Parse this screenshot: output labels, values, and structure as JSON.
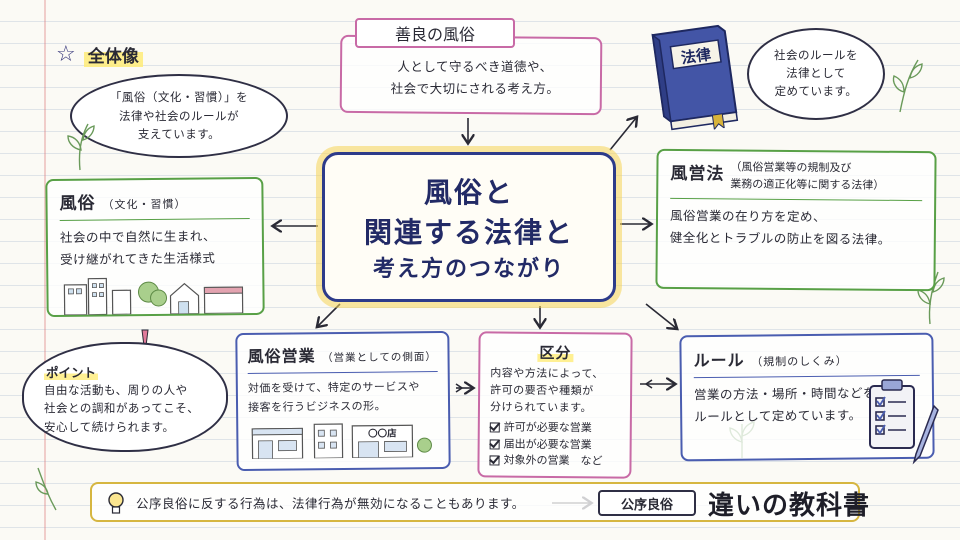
{
  "overview": {
    "title": "全体像",
    "bubble_lines": [
      "「風俗（文化・習慣）」を",
      "法律や社会のルールが",
      "支えています。"
    ]
  },
  "good_customs": {
    "title": "善良の風俗",
    "lines": [
      "人として守るべき道徳や、",
      "社会で大切にされる考え方。"
    ]
  },
  "central": {
    "line1": "風俗と",
    "line2": "関連する法律と",
    "line3": "考え方のつながり"
  },
  "law": {
    "book_label": "法律",
    "bubble_lines": [
      "社会のルールを",
      "法律として",
      "定めています。"
    ]
  },
  "customs": {
    "title": "風俗",
    "title_note": "（文化・習慣）",
    "lines": [
      "社会の中で自然に生まれ、",
      "受け継がれてきた生活様式"
    ]
  },
  "fuei_law": {
    "title": "風営法",
    "subtitle_lines": [
      "（風俗営業等の規制及び",
      "業務の適正化等に関する法律）"
    ],
    "lines": [
      "風俗営業の在り方を定め、",
      "健全化とトラブルの防止を図る法律。"
    ]
  },
  "business": {
    "title": "風俗営業",
    "title_note": "（営業としての側面）",
    "lines": [
      "対価を受けて、特定のサービスや",
      "接客を行うビジネスの形。"
    ],
    "shop_sign": "〇〇店"
  },
  "division": {
    "title": "区分",
    "lines": [
      "内容や方法によって、",
      "許可の要否や種類が",
      "分けられています。"
    ],
    "checks": [
      "許可が必要な営業",
      "届出が必要な営業",
      "対象外の営業　など"
    ]
  },
  "rules": {
    "title": "ルール",
    "title_note": "（規制のしくみ）",
    "lines": [
      "営業の方法・場所・時間などを",
      "ルールとして定めています。"
    ]
  },
  "point": {
    "title": "ポイント",
    "lines": [
      "自由な活動も、周りの人や",
      "社会との調和があってこそ、",
      "安心して続けられます。"
    ]
  },
  "bottom": {
    "text": "公序良俗に反する行為は、法律行為が無効になることもあります。",
    "tag": "公序良俗"
  },
  "logo": {
    "text": "違いの教科書"
  },
  "colors": {
    "green": "#58a046",
    "blue": "#4a5db0",
    "pink": "#c86aa6",
    "navy": "#2d3b8a",
    "yellow": "#f5d455"
  },
  "icons": [
    "star-icon",
    "book-icon",
    "lightbulb-icon",
    "clipboard-icon",
    "pencil-icon",
    "house-icon",
    "tree-icon",
    "shop-icon",
    "exclamation-icon",
    "leaf-icon"
  ]
}
